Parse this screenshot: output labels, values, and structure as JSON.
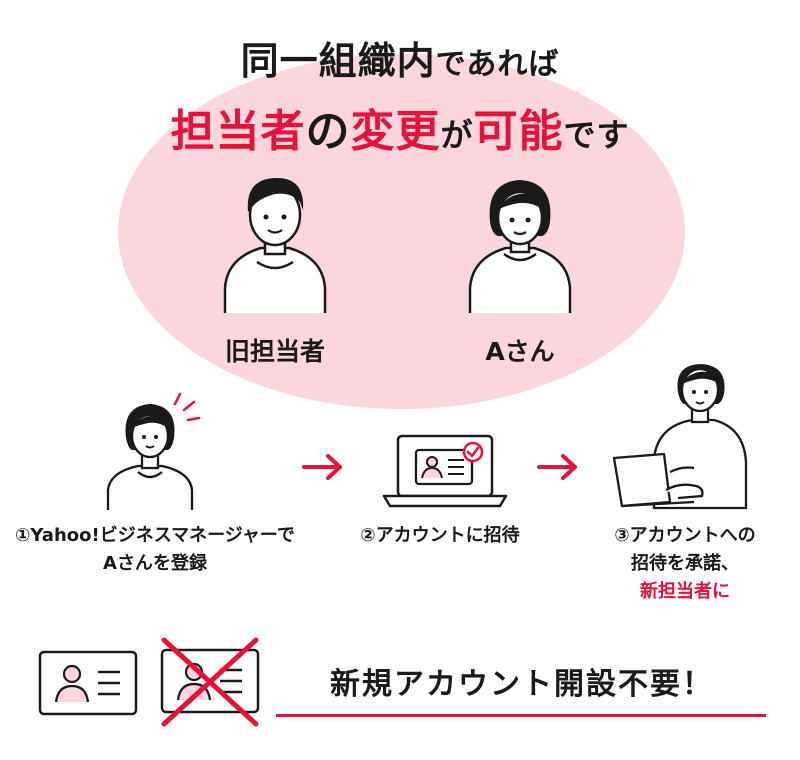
{
  "headline": {
    "line1_main": "同一組織内",
    "line1_tail": "であれば",
    "line2_red_a": "担当者",
    "line2_no": "の",
    "line2_red_b": "変更",
    "line2_ga": "が",
    "line2_red_c": "可能",
    "line2_tail": "です"
  },
  "people": {
    "former": "旧担当者",
    "new": "Aさん"
  },
  "steps": {
    "step1_line1": "①Yahoo!ビジネスマネージャーで",
    "step1_line2": "Aさんを登録",
    "step2": "②アカウントに招待",
    "step3_line1": "③アカウントへの",
    "step3_line2": "招待を承諾、",
    "step3_line3": "新担当者に"
  },
  "bottom": {
    "message": "新規アカウント開設不要！"
  },
  "colors": {
    "accent": "#e8113a",
    "blob": "#fcd6dd",
    "ink": "#1a1a1a"
  },
  "icons": [
    "person-icon",
    "arrow-right-icon",
    "laptop-icon",
    "check-badge-icon",
    "id-card-icon",
    "cross-out-icon"
  ]
}
